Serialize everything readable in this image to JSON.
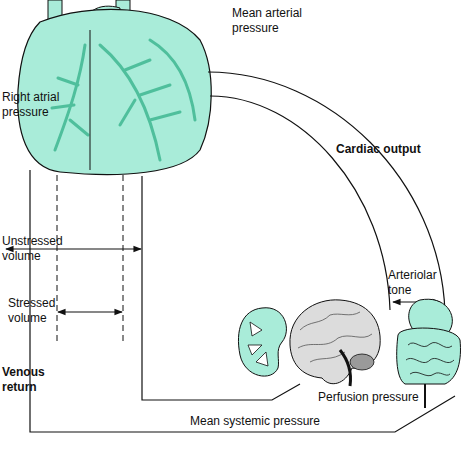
{
  "diagram": {
    "labels": [
      "Mean arterial pressure",
      "Right atrial pressure",
      "Cardiac output",
      "Arteriolar tone",
      "Unstressed volume",
      "Stressed volume",
      "Venous return",
      "Perfusion pressure",
      "Mean systemic pressure"
    ]
  }
}
